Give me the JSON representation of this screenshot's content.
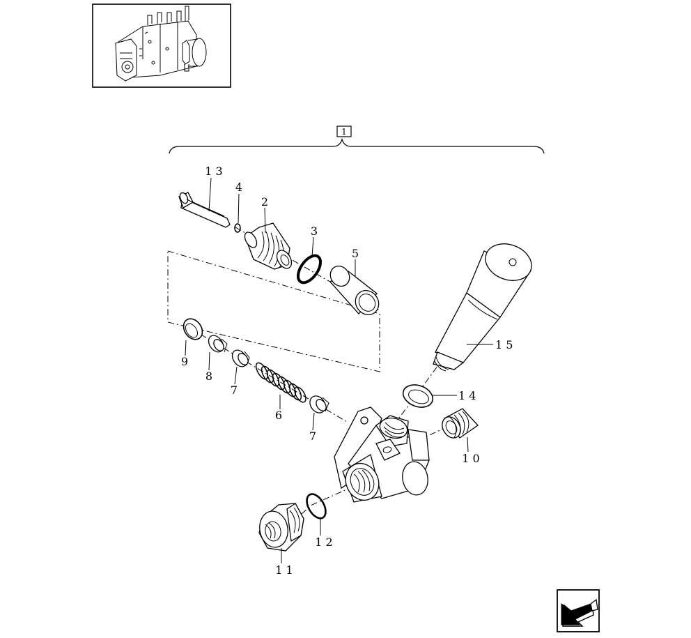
{
  "diagram": {
    "assembly_ref": "1",
    "labels": {
      "p13": "1 3",
      "p4": "4",
      "p2": "2",
      "p3": "3",
      "p5": "5",
      "p9": "9",
      "p8": "8",
      "p7a": "7",
      "p6": "6",
      "p7b": "7",
      "p15": "1 5",
      "p14": "1 4",
      "p10": "1 0",
      "p12": "1 2",
      "p11": "1 1"
    }
  },
  "icons": {
    "thumbnail": "fuel-injection-pump-thumbnail",
    "nav": "back-arrow-icon"
  }
}
